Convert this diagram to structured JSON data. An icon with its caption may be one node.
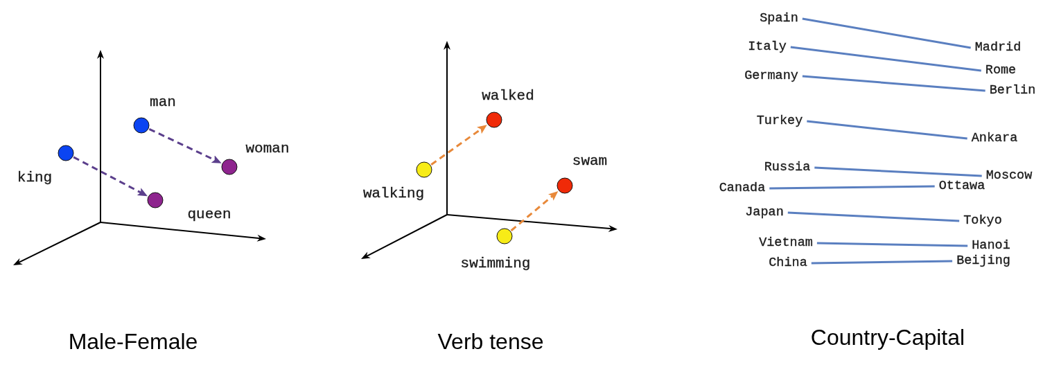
{
  "diagram": {
    "nodes": [
      {
        "text": [],
        "shape": "circle",
        "beside": [
          "man"
        ]
      },
      {
        "text": [],
        "shape": "circle",
        "beside": [
          "woman"
        ]
      },
      {
        "text": [],
        "shape": "circle",
        "beside": [
          "king"
        ]
      },
      {
        "text": [],
        "shape": "circle",
        "beside": [
          "queen"
        ]
      },
      {
        "text": [],
        "shape": "circle",
        "beside": [
          "walked"
        ]
      },
      {
        "text": [],
        "shape": "circle",
        "beside": [
          "walking"
        ]
      },
      {
        "text": [],
        "shape": "circle",
        "beside": [
          "swam"
        ]
      },
      {
        "text": [],
        "shape": "circle",
        "beside": [
          "swimming"
        ]
      },
      {
        "text": [
          "Spain"
        ]
      },
      {
        "text": [
          "Madrid"
        ]
      },
      {
        "text": [
          "Italy"
        ]
      },
      {
        "text": [
          "Rome"
        ]
      },
      {
        "text": [
          "Germany"
        ]
      },
      {
        "text": [
          "Berlin"
        ]
      },
      {
        "text": [
          "Turkey"
        ]
      },
      {
        "text": [
          "Ankara"
        ]
      },
      {
        "text": [
          "Russia"
        ]
      },
      {
        "text": [
          "Moscow"
        ]
      },
      {
        "text": [
          "Canada"
        ]
      },
      {
        "text": [
          "Ottawa"
        ]
      },
      {
        "text": [
          "Japan"
        ]
      },
      {
        "text": [
          "Tokyo"
        ]
      },
      {
        "text": [
          "Vietnam"
        ]
      },
      {
        "text": [
          "Hanoi"
        ]
      },
      {
        "text": [
          "China"
        ]
      },
      {
        "text": [
          "Beijing"
        ]
      }
    ],
    "edges": [
      {
        "from": 0,
        "to": 1,
        "arrow": "to",
        "style": "dashed",
        "color": "#5b3f8c"
      },
      {
        "from": 2,
        "to": 3,
        "arrow": "to",
        "style": "dashed",
        "color": "#5b3f8c"
      },
      {
        "from": 5,
        "to": 4,
        "arrow": "to",
        "style": "dashed",
        "color": "#e8893a"
      },
      {
        "from": 7,
        "to": 6,
        "arrow": "to",
        "style": "dashed",
        "color": "#e8893a"
      },
      {
        "from": 8,
        "to": 9,
        "arrow": "none"
      },
      {
        "from": 10,
        "to": 11,
        "arrow": "none"
      },
      {
        "from": 12,
        "to": 13,
        "arrow": "none"
      },
      {
        "from": 14,
        "to": 15,
        "arrow": "none"
      },
      {
        "from": 16,
        "to": 17,
        "arrow": "none"
      },
      {
        "from": 18,
        "to": 19,
        "arrow": "none"
      },
      {
        "from": 20,
        "to": 21,
        "arrow": "none"
      },
      {
        "from": 22,
        "to": 23,
        "arrow": "none"
      },
      {
        "from": 24,
        "to": 25,
        "arrow": "none"
      }
    ],
    "labels": [
      "Male-Female",
      "Verb tense",
      "Country-Capital"
    ]
  }
}
